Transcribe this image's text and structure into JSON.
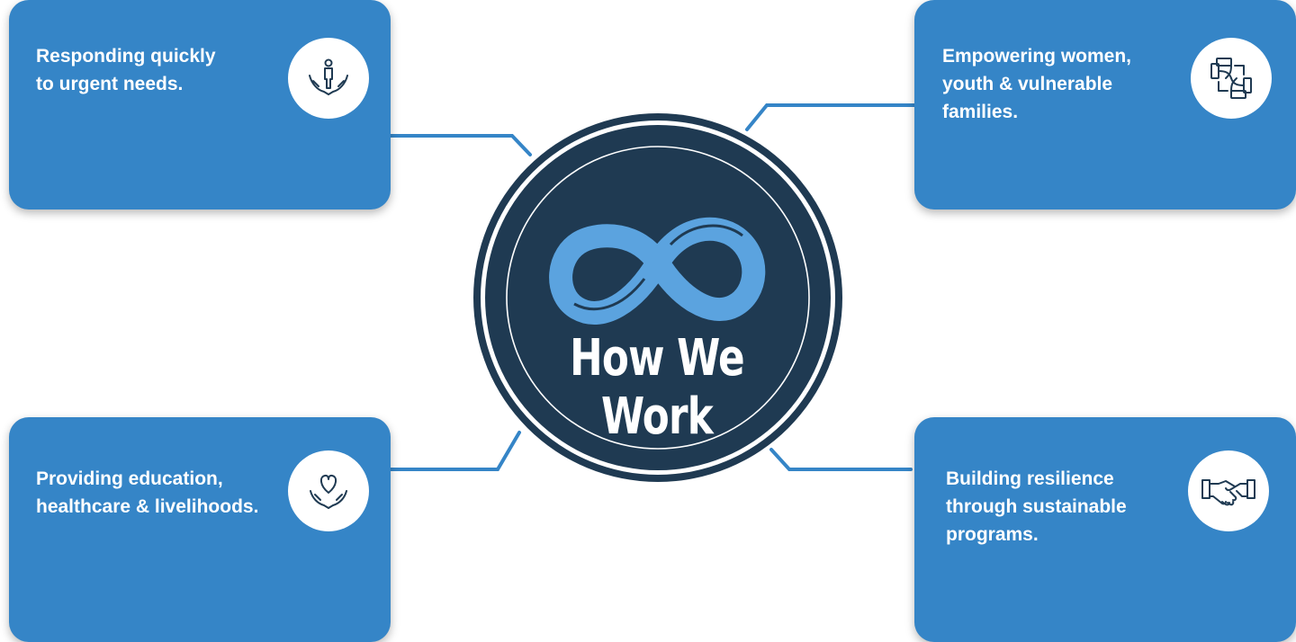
{
  "hub": {
    "title": "How We Work"
  },
  "cards": {
    "top_left": {
      "text_line1": "Responding quickly",
      "text_line2": "to urgent needs.",
      "icon": "person-in-hands-icon"
    },
    "top_right": {
      "text_line1": "Empowering women,",
      "text_line2": "youth & vulnerable",
      "text_line3": "families.",
      "icon": "joined-hands-icon"
    },
    "bottom_left": {
      "text_line1": "Providing education,",
      "text_line2": "healthcare & livelihoods.",
      "icon": "heart-in-hands-icon"
    },
    "bottom_right": {
      "text_line1": "Building resilience",
      "text_line2": "through sustainable",
      "text_line3": "programs.",
      "icon": "handshake-icon"
    }
  },
  "colors": {
    "card": "#3585c7",
    "hub_dark": "#1f3a52",
    "infinity": "#5ba3df",
    "connector": "#3585c7",
    "icon_stroke": "#1f3a52"
  }
}
